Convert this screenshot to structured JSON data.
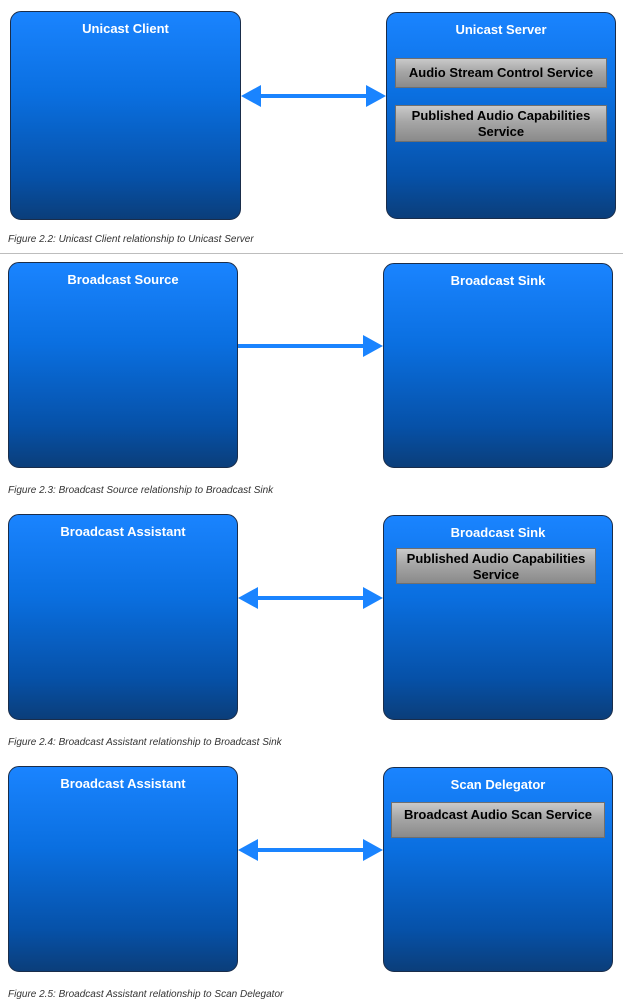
{
  "figures": [
    {
      "left_box": {
        "title": "Unicast Client",
        "services": []
      },
      "right_box": {
        "title": "Unicast Server",
        "services": [
          "Audio Stream Control Service",
          "Published Audio Capabilities Service"
        ]
      },
      "relationship": "bidirectional",
      "caption": "Figure 2.2: Unicast Client relationship to Unicast Server"
    },
    {
      "left_box": {
        "title": "Broadcast Source",
        "services": []
      },
      "right_box": {
        "title": "Broadcast Sink",
        "services": []
      },
      "relationship": "unidirectional",
      "caption": "Figure 2.3: Broadcast Source relationship to Broadcast Sink"
    },
    {
      "left_box": {
        "title": "Broadcast Assistant",
        "services": []
      },
      "right_box": {
        "title": "Broadcast Sink",
        "services": [
          "Published Audio Capabilities Service"
        ]
      },
      "relationship": "bidirectional",
      "caption": "Figure 2.4: Broadcast Assistant relationship to Broadcast Sink"
    },
    {
      "left_box": {
        "title": "Broadcast Assistant",
        "services": []
      },
      "right_box": {
        "title": "Scan Delegator",
        "services": [
          "Broadcast Audio Scan Service"
        ]
      },
      "relationship": "bidirectional",
      "caption": "Figure 2.5: Broadcast Assistant relationship to Scan Delegator"
    }
  ],
  "colors": {
    "box_fill": "#0a6fe0",
    "arrow": "#1a84ff",
    "service_fill": "#a6a6a6"
  }
}
